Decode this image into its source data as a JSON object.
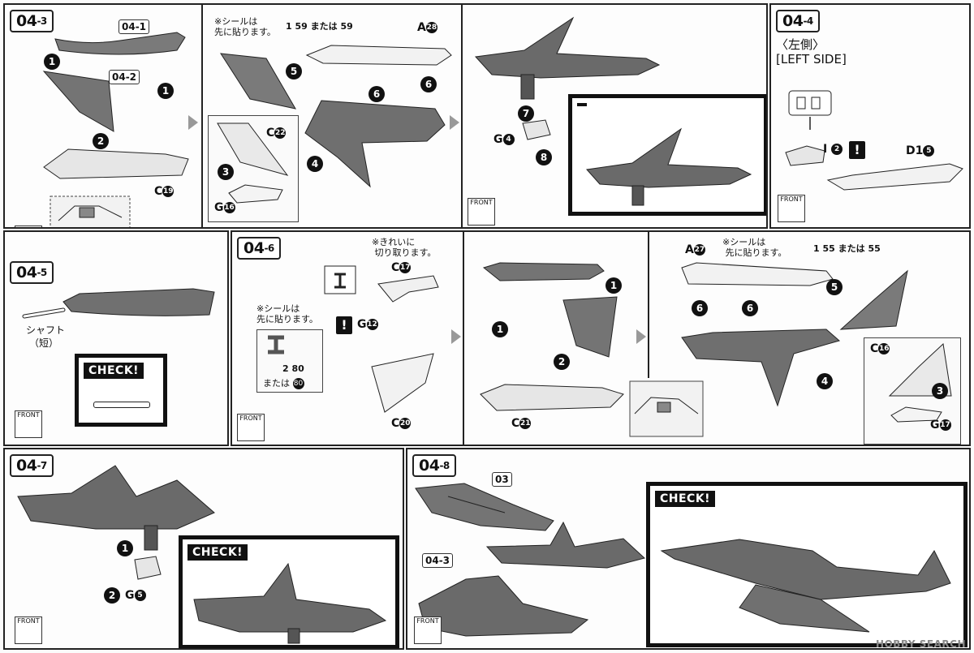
{
  "steps": {
    "s043": {
      "tag_main": "04",
      "tag_sub": "-3",
      "ref_1": "04-1",
      "ref_2": "04-2",
      "part_c19": "C",
      "part_c19_n": "19",
      "part_c22": "C",
      "part_c22_n": "22",
      "part_g16": "G",
      "part_g16_n": "16",
      "part_a28": "A",
      "part_a28_n": "28",
      "part_g4": "G",
      "part_g4_n": "4",
      "sticker_note_1": "※シールは",
      "sticker_note_2": "先に貼ります。",
      "sticker_ref": "1 59 または 59",
      "front": "FRONT"
    },
    "s044": {
      "tag_main": "04",
      "tag_sub": "-4",
      "side_jp": "〈左側〉",
      "side_en": "[LEFT SIDE]",
      "part_i": "I",
      "part_i_n": "2",
      "part_d1": "D1",
      "part_d1_n": "5",
      "front": "FRONT"
    },
    "s045": {
      "tag_main": "04",
      "tag_sub": "-5",
      "shaft_jp": "シャフト",
      "shaft_short": "（短）",
      "check": "CHECK!",
      "front": "FRONT"
    },
    "s046": {
      "tag_main": "04",
      "tag_sub": "-6",
      "clean_1": "※きれいに",
      "clean_2": "切り取ります。",
      "sticker_note_1": "※シールは",
      "sticker_note_2": "先に貼ります。",
      "sticker_ref": "2 80",
      "sticker_alt": "または",
      "sticker_alt_n": "80",
      "part_c17": "C",
      "part_c17_n": "17",
      "part_g12": "G",
      "part_g12_n": "12",
      "part_c20": "C",
      "part_c20_n": "20",
      "part_c21": "C",
      "part_c21_n": "21",
      "part_a27": "A",
      "part_a27_n": "27",
      "part_c16": "C",
      "part_c16_n": "16",
      "part_g17": "G",
      "part_g17_n": "17",
      "sticker2_note_1": "※シールは",
      "sticker2_note_2": "先に貼ります。",
      "sticker2_ref": "1 55 または 55",
      "front": "FRONT"
    },
    "s047": {
      "tag_main": "04",
      "tag_sub": "-7",
      "part_g5": "G",
      "part_g5_n": "5",
      "check": "CHECK!",
      "front": "FRONT"
    },
    "s048": {
      "tag_main": "04",
      "tag_sub": "-8",
      "ref_03": "03",
      "ref_043": "04-3",
      "check": "CHECK!",
      "front": "FRONT"
    }
  },
  "watermark": "HOBBY SEARCH",
  "colors": {
    "ink": "#111111",
    "part_fill": "#6f6f6f",
    "part_light": "#e9e9e9",
    "arrow_grey": "#999999"
  }
}
